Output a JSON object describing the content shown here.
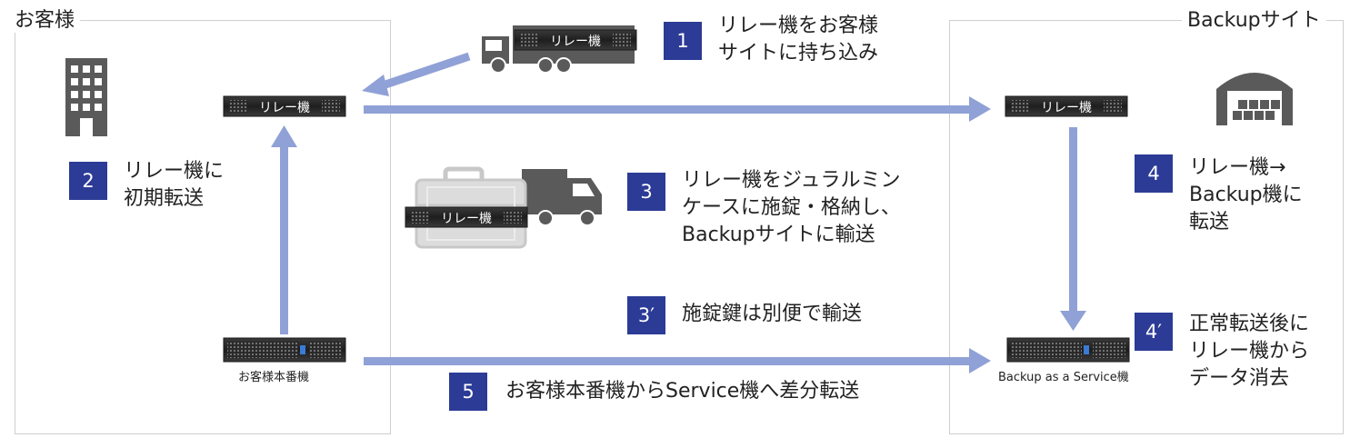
{
  "regions": {
    "customer": {
      "title": "お客様"
    },
    "backup": {
      "title": "Backupサイト"
    }
  },
  "device": {
    "relay_label": "リレー機",
    "customer_prod_label": "お客様本番機",
    "baas_label": "Backup as a Service機"
  },
  "steps": [
    {
      "num": "1",
      "lines": [
        "リレー機をお客様",
        "サイトに持ち込み"
      ]
    },
    {
      "num": "2",
      "lines": [
        "リレー機に",
        "初期転送"
      ]
    },
    {
      "num": "3",
      "lines": [
        "リレー機をジュラルミン",
        "ケースに施錠・格納し、",
        "Backupサイトに輸送"
      ]
    },
    {
      "num": "3′",
      "lines": [
        "施錠鍵は別便で輸送"
      ]
    },
    {
      "num": "4",
      "lines": [
        "リレー機→",
        "Backup機に",
        "転送"
      ]
    },
    {
      "num": "4′",
      "lines": [
        "正常転送後に",
        "リレー機から",
        "データ消去"
      ]
    },
    {
      "num": "5",
      "lines": [
        "お客様本番機からService機へ差分転送"
      ]
    }
  ],
  "colors": {
    "badge": "#2c3b96",
    "arrow": "#8fa1d6",
    "icon_dark": "#5a5a5a",
    "icon_light": "#c8c8c8",
    "border": "#cfcfcf"
  },
  "icons": [
    "building-icon",
    "warehouse-icon",
    "truck-icon",
    "case-icon",
    "server-icon"
  ]
}
